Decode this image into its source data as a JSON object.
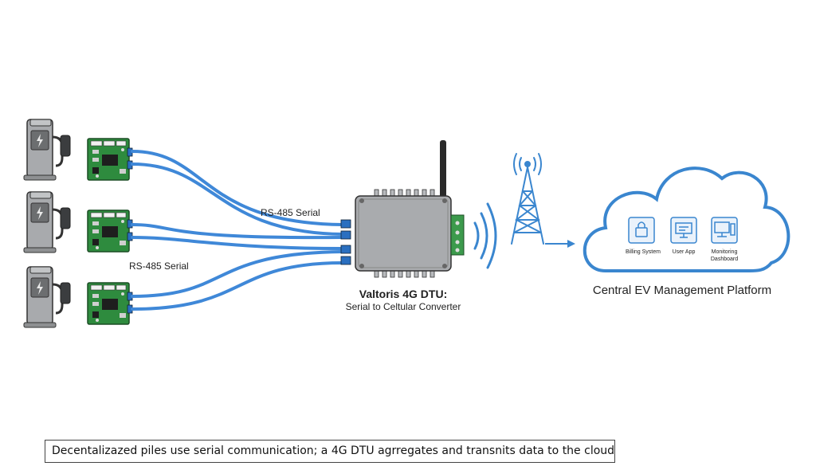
{
  "cable_labels": {
    "top": "RS-485 Serial",
    "middle": "RS-485 Serial"
  },
  "dtu": {
    "title": "Valtoris 4G DTU:",
    "subtitle": "Serial to Celtular Converter"
  },
  "cloud": {
    "title": "Central EV Management Platform",
    "items": [
      {
        "label": "Billing System",
        "icon": "lock-icon"
      },
      {
        "label": "User App",
        "icon": "monitor-icon"
      },
      {
        "label": "Monitoring",
        "label2": "Dashboard",
        "icon": "computer-icon"
      }
    ]
  },
  "caption": "Decentalizazed piles use serial communication; a 4G DTU agrregates and transnits data to the cloud",
  "colors": {
    "cable": "#3f88d8",
    "cloud": "#3a86cf",
    "pcb": "#2e8b3e",
    "device": "#a9abae"
  }
}
